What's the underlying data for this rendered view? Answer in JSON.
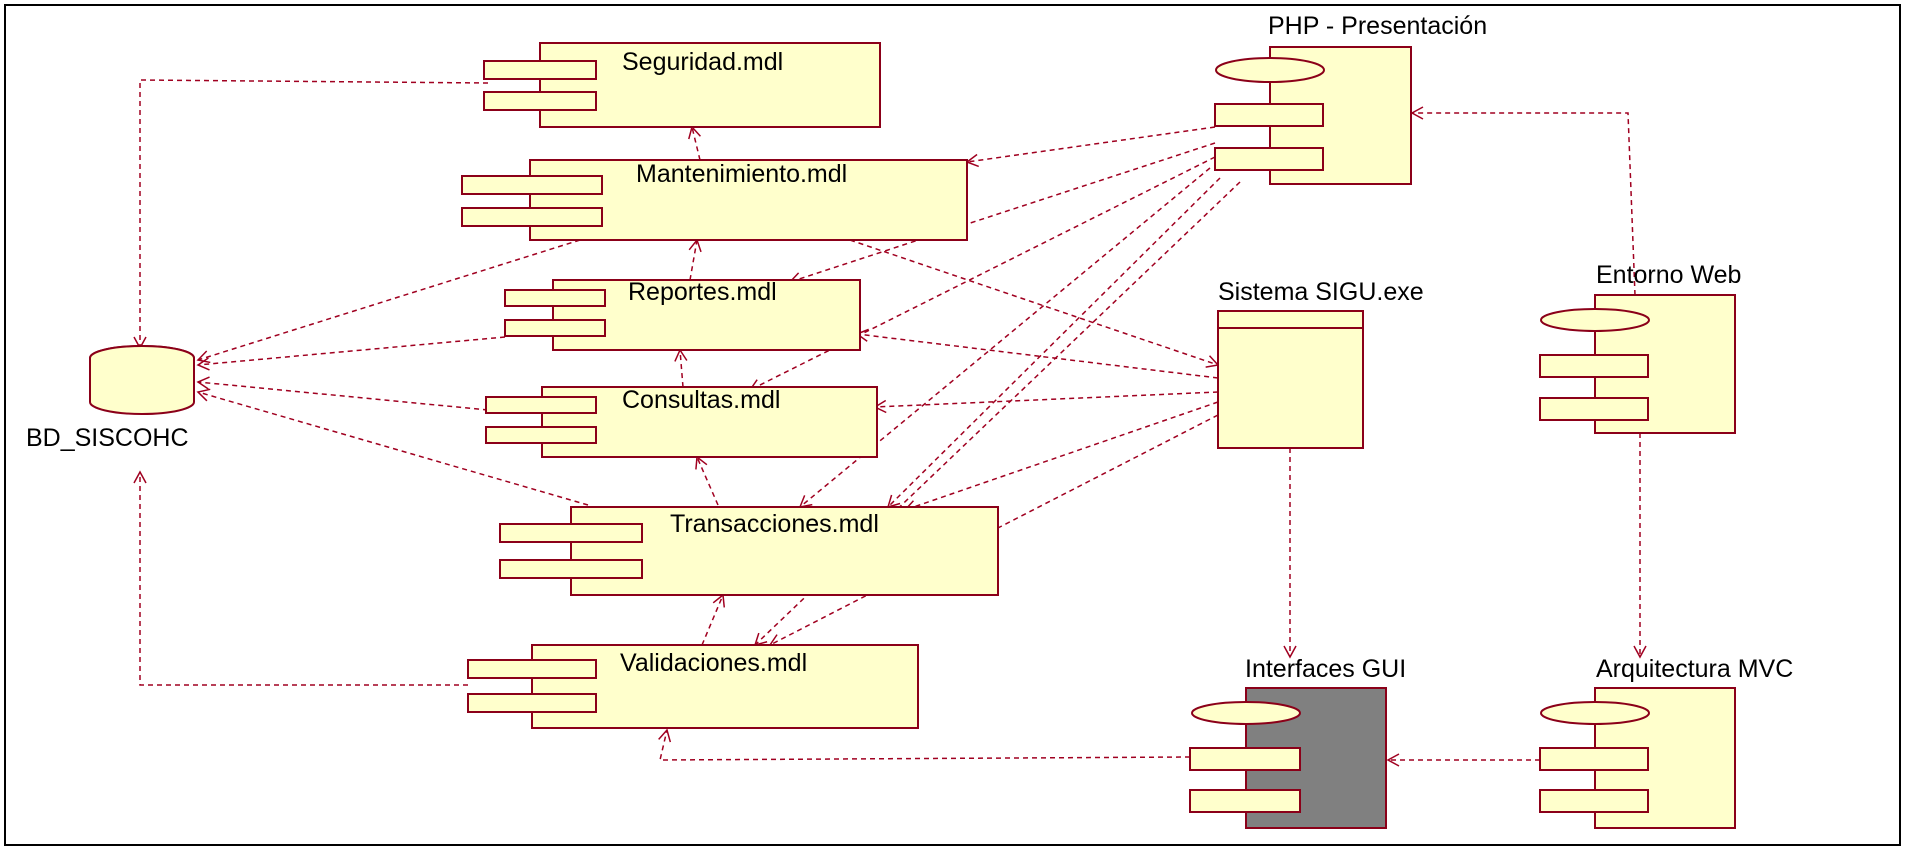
{
  "diagram": {
    "colors": {
      "component_fill": "#ffffcc",
      "component_stroke": "#8b0019",
      "highlight_fill": "#808080",
      "dependency": "#a00020"
    },
    "components": {
      "seguridad": "Seguridad.mdl",
      "mantenimiento": "Mantenimiento.mdl",
      "reportes": "Reportes.mdl",
      "consultas": "Consultas.mdl",
      "transacciones": "Transacciones.mdl",
      "validaciones": "Validaciones.mdl",
      "bd": "BD_SISCOHC",
      "php": "PHP - Presentación",
      "sigu": "Sistema SIGU.exe",
      "entorno": "Entorno Web",
      "interfaces": "Interfaces GUI",
      "mvc": "Arquitectura MVC"
    }
  }
}
